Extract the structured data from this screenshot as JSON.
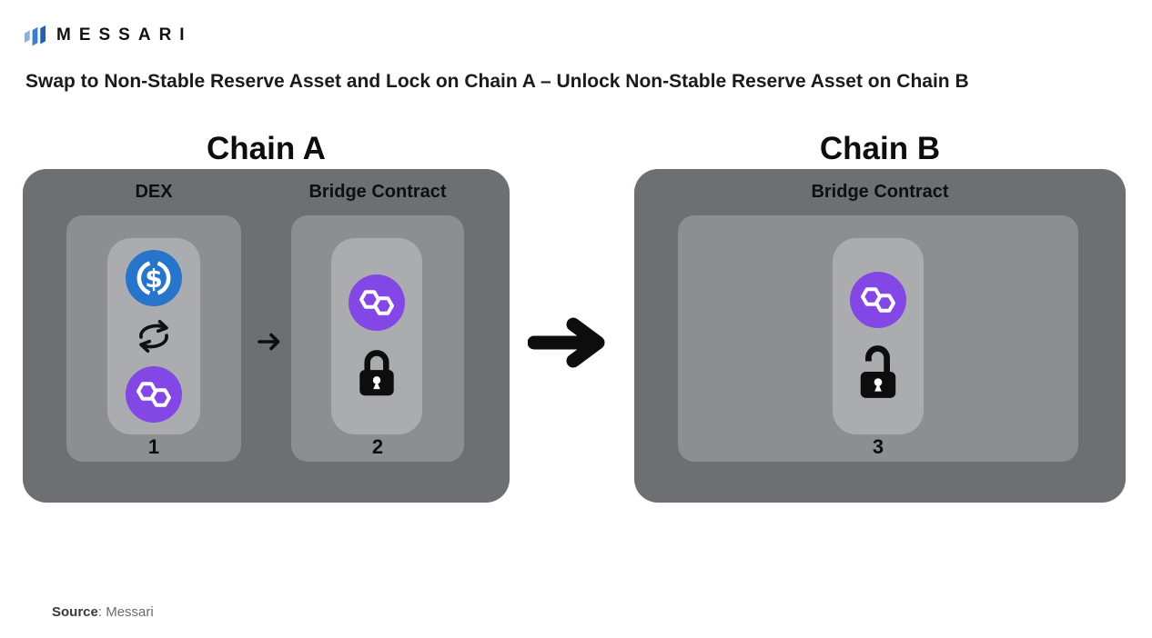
{
  "header": {
    "logo_text": "MESSARI",
    "logo_mark_colors": [
      "#85b2e0",
      "#3e7ec7",
      "#2361ae"
    ]
  },
  "title": "Swap to Non-Stable Reserve Asset and Lock on Chain A – Unlock  Non-Stable Reserve Asset on Chain B",
  "diagram": {
    "chain_a": {
      "heading": "Chain A",
      "dex": {
        "label": "DEX",
        "step": "1",
        "icons": [
          "usdc-icon",
          "swap-icon",
          "polygon-icon"
        ]
      },
      "bridge": {
        "label": "Bridge Contract",
        "step": "2",
        "icons": [
          "polygon-icon",
          "lock-closed-icon"
        ]
      },
      "flow_arrow": "dex-to-bridge-contract"
    },
    "cross_chain_arrow": "chain-a-to-chain-b",
    "chain_b": {
      "heading": "Chain B",
      "bridge": {
        "label": "Bridge Contract",
        "step": "3",
        "icons": [
          "polygon-icon",
          "lock-open-icon"
        ]
      }
    },
    "colors": {
      "chain_box": "#6d6f72",
      "contract_box": "#8c8e91",
      "asset_pill": "#aaacaf",
      "usdc_blue": "#2775ca",
      "polygon_purple": "#8247e5",
      "arrow_black": "#0d0d0d"
    }
  },
  "footer": {
    "source_label": "Source",
    "source_rest": ": Messari"
  }
}
